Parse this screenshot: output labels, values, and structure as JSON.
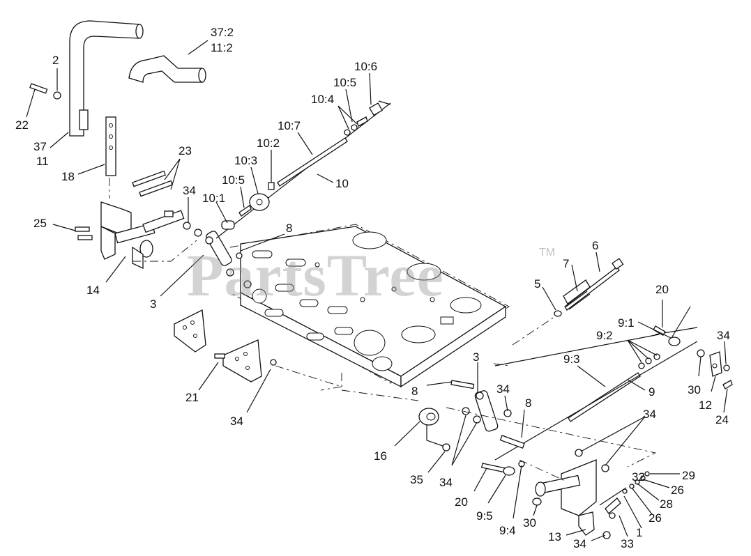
{
  "diagram": {
    "callouts": [
      "37:2",
      "11:2",
      "2",
      "22",
      "37",
      "11",
      "18",
      "23",
      "34",
      "25",
      "14",
      "3",
      "10:6",
      "10:5",
      "10:4",
      "10:7",
      "10:2",
      "10:3",
      "10:5",
      "10:1",
      "10",
      "8",
      "6",
      "7",
      "5",
      "20",
      "9:1",
      "9:2",
      "34",
      "9:3",
      "9",
      "30",
      "12",
      "24",
      "21",
      "34",
      "3",
      "8",
      "34",
      "8",
      "16",
      "35",
      "34",
      "20",
      "9:5",
      "9:4",
      "30",
      "34",
      "32",
      "29",
      "26",
      "28",
      "26",
      "1",
      "33",
      "34",
      "13"
    ]
  },
  "watermark": {
    "text": "PartsTree",
    "trademark": "TM"
  }
}
